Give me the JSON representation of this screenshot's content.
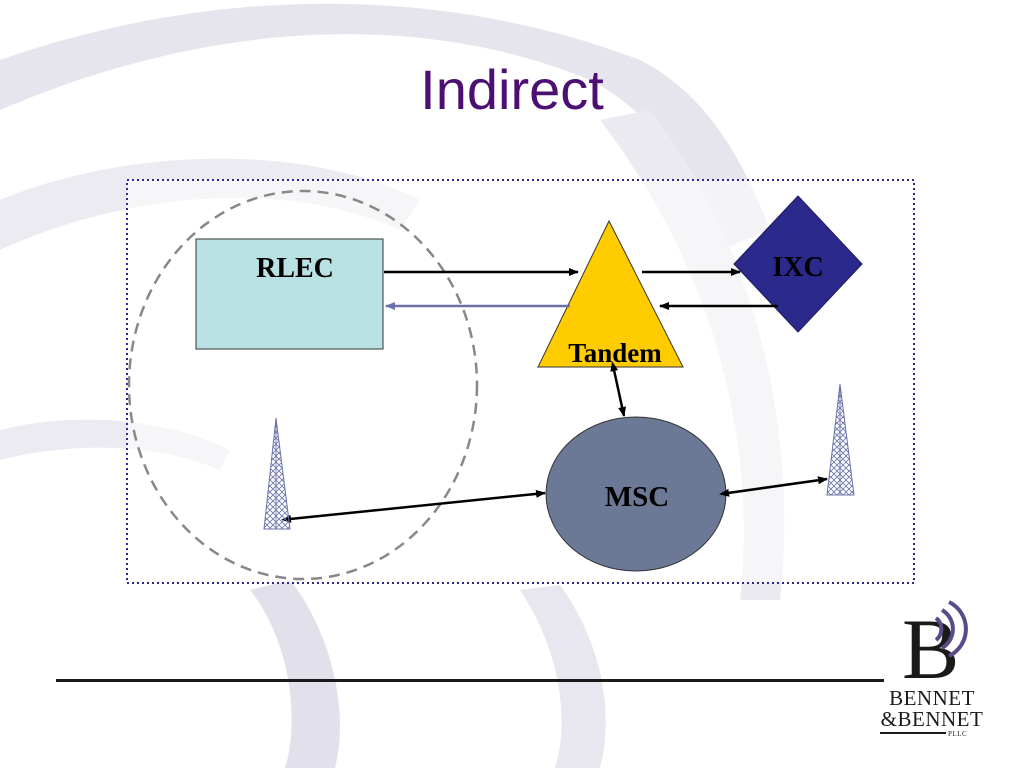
{
  "slide": {
    "title": "Indirect"
  },
  "diagram": {
    "nodes": {
      "rlec": "RLEC",
      "tandem": "Tandem",
      "ixc": "IXC",
      "msc": "MSC"
    }
  },
  "logo": {
    "line1": "BENNET",
    "line2": "&BENNET",
    "suffix": "PLLC"
  },
  "colors": {
    "title": "#4b1072",
    "rlec_fill": "#b9e0e2",
    "tandem_fill": "#ffcc00",
    "ixc_fill": "#2b2a8c",
    "msc_fill": "#6b7896",
    "frame_border": "#2b2a8c",
    "return_arrow": "#6b72a8",
    "swoosh": "#e4e3ec",
    "logo_arcs": "#5a4a8a"
  }
}
